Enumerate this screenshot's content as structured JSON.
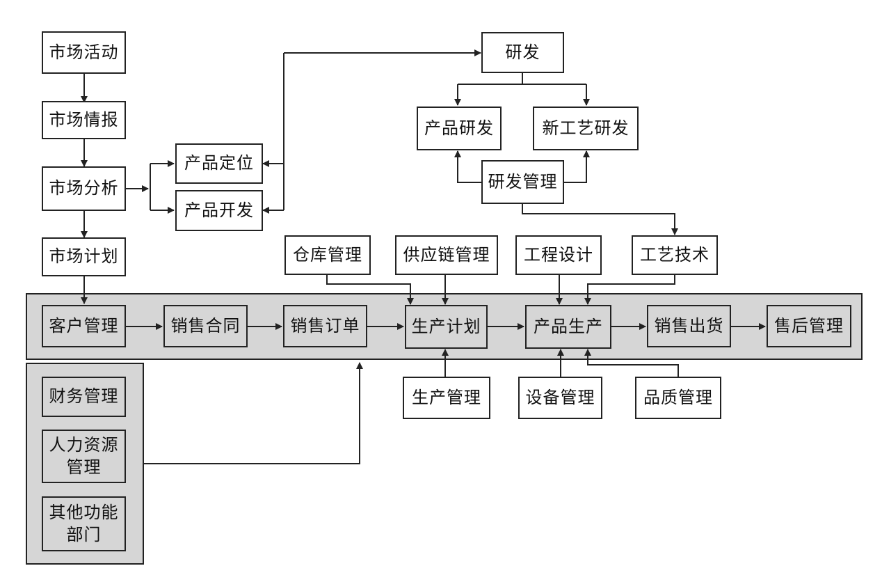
{
  "colors": {
    "line": "#222222",
    "box_fill": "#ffffff",
    "band_fill": "#d6d6d6"
  },
  "market": {
    "activity": "市场活动",
    "intel": "市场情报",
    "analysis": "市场分析",
    "plan": "市场计划"
  },
  "product": {
    "positioning": "产品定位",
    "development": "产品开发"
  },
  "rnd": {
    "title": "研发",
    "product_rnd": "产品研发",
    "process_rnd": "新工艺研发",
    "management": "研发管理"
  },
  "supports_top": {
    "warehouse": "仓库管理",
    "supply_chain": "供应链管理",
    "engineering": "工程设计",
    "process_tech": "工艺技术"
  },
  "main_flow": [
    "客户管理",
    "销售合同",
    "销售订单",
    "生产计划",
    "产品生产",
    "销售出货",
    "售后管理"
  ],
  "supports_bottom": {
    "production_mgmt": "生产管理",
    "equipment_mgmt": "设备管理",
    "quality_mgmt": "品质管理"
  },
  "functions": {
    "finance": "财务管理",
    "hr": "人力资源\n管理",
    "other": "其他功能\n部门"
  }
}
